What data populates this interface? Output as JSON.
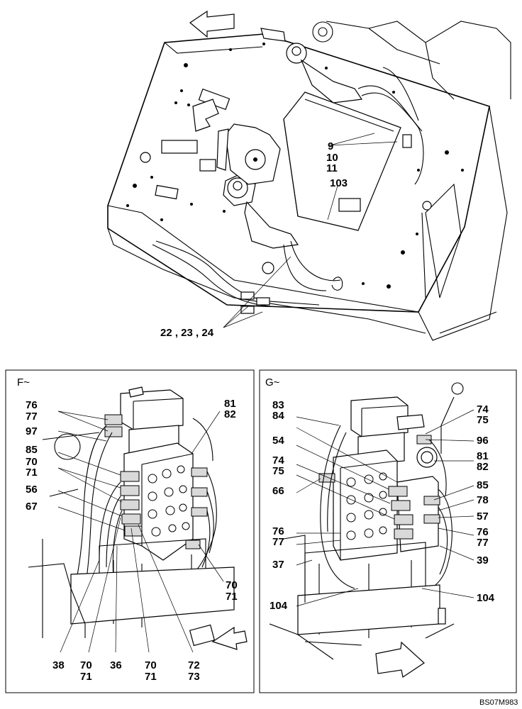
{
  "top_view": {
    "callouts": [
      {
        "id": "c-9",
        "text": "9"
      },
      {
        "id": "c-10",
        "text": "10"
      },
      {
        "id": "c-11",
        "text": "11"
      },
      {
        "id": "c-103",
        "text": "103"
      },
      {
        "id": "c-22-24",
        "text": "22 , 23 , 24"
      }
    ]
  },
  "panel_f": {
    "title": "F~",
    "callouts": [
      {
        "id": "f76",
        "text": "76"
      },
      {
        "id": "f77",
        "text": "77"
      },
      {
        "id": "f97",
        "text": "97"
      },
      {
        "id": "f85",
        "text": "85"
      },
      {
        "id": "f70a",
        "text": "70"
      },
      {
        "id": "f71a",
        "text": "71"
      },
      {
        "id": "f56",
        "text": "56"
      },
      {
        "id": "f67",
        "text": "67"
      },
      {
        "id": "f81",
        "text": "81"
      },
      {
        "id": "f82",
        "text": "82"
      },
      {
        "id": "f70b",
        "text": "70"
      },
      {
        "id": "f71b",
        "text": "71"
      },
      {
        "id": "f38",
        "text": "38"
      },
      {
        "id": "f70c",
        "text": "70"
      },
      {
        "id": "f71c",
        "text": "71"
      },
      {
        "id": "f36",
        "text": "36"
      },
      {
        "id": "f70d",
        "text": "70"
      },
      {
        "id": "f71d",
        "text": "71"
      },
      {
        "id": "f72",
        "text": "72"
      },
      {
        "id": "f73",
        "text": "73"
      }
    ]
  },
  "panel_g": {
    "title": "G~",
    "callouts": [
      {
        "id": "g83",
        "text": "83"
      },
      {
        "id": "g84",
        "text": "84"
      },
      {
        "id": "g54",
        "text": "54"
      },
      {
        "id": "g74a",
        "text": "74"
      },
      {
        "id": "g75a",
        "text": "75"
      },
      {
        "id": "g66",
        "text": "66"
      },
      {
        "id": "g76a",
        "text": "76"
      },
      {
        "id": "g77a",
        "text": "77"
      },
      {
        "id": "g37",
        "text": "37"
      },
      {
        "id": "g104a",
        "text": "104"
      },
      {
        "id": "g74b",
        "text": "74"
      },
      {
        "id": "g75b",
        "text": "75"
      },
      {
        "id": "g96",
        "text": "96"
      },
      {
        "id": "g81",
        "text": "81"
      },
      {
        "id": "g82",
        "text": "82"
      },
      {
        "id": "g85",
        "text": "85"
      },
      {
        "id": "g78",
        "text": "78"
      },
      {
        "id": "g57",
        "text": "57"
      },
      {
        "id": "g76b",
        "text": "76"
      },
      {
        "id": "g77b",
        "text": "77"
      },
      {
        "id": "g39",
        "text": "39"
      },
      {
        "id": "g104b",
        "text": "104"
      }
    ]
  },
  "footer": {
    "code": "BS07M983"
  }
}
